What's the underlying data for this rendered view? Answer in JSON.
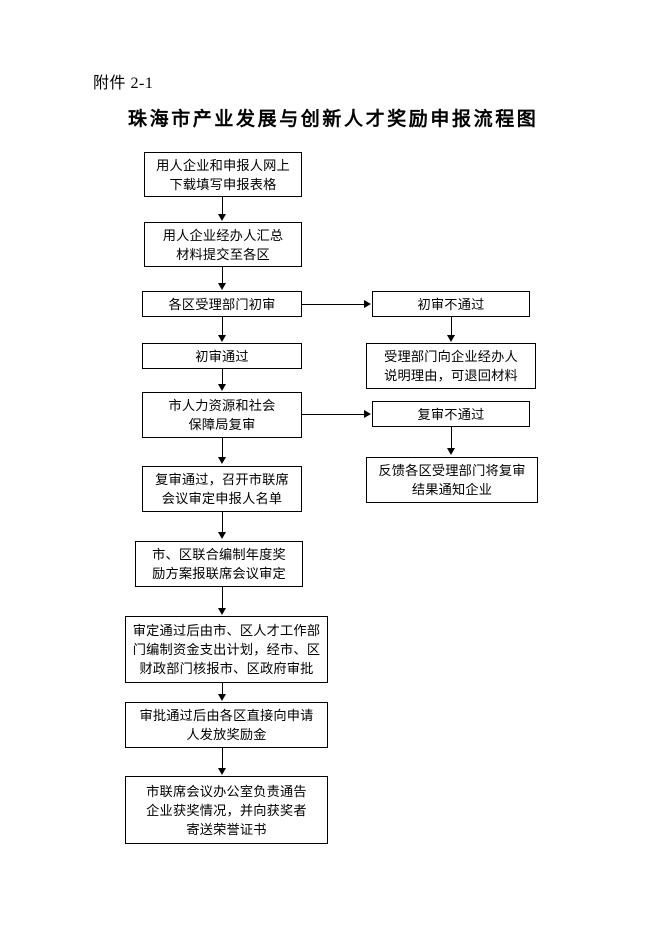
{
  "document": {
    "attachment_label": "附件 2-1",
    "title": "珠海市产业发展与创新人才奖励申报流程图"
  },
  "flowchart": {
    "type": "flowchart",
    "orientation": "top-to-bottom with right-side rejection branches",
    "main_column": [
      {
        "id": "n1",
        "text": "用人企业和申报人网上\n下载填写申报表格"
      },
      {
        "id": "n2",
        "text": "用人企业经办人汇总\n材料提交至各区"
      },
      {
        "id": "n3",
        "text": "各区受理部门初审"
      },
      {
        "id": "n4",
        "text": "初审通过"
      },
      {
        "id": "n5",
        "text": "市人力资源和社会\n保障局复审"
      },
      {
        "id": "n6",
        "text": "复审通过，召开市联席\n会议审定申报人名单"
      },
      {
        "id": "n7",
        "text": "市、区联合编制年度奖\n励方案报联席会议审定"
      },
      {
        "id": "n8",
        "text": "审定通过后由市、区人才工作部\n门编制资金支出计划，经市、区\n财政部门核报市、区政府审批"
      },
      {
        "id": "n9",
        "text": "审批通过后由各区直接向申请\n人发放奖励金"
      },
      {
        "id": "n10",
        "text": "市联席会议办公室负责通告\n企业获奖情况，并向获奖者\n寄送荣誉证书"
      }
    ],
    "branch_column": [
      {
        "id": "b1",
        "text": "初审不通过"
      },
      {
        "id": "b2",
        "text": "受理部门向企业经办人\n说明理由，可退回材料"
      },
      {
        "id": "b3",
        "text": "复审不通过"
      },
      {
        "id": "b4",
        "text": "反馈各区受理部门将复审\n结果通知企业"
      }
    ],
    "edges": [
      {
        "from": "n1",
        "to": "n2",
        "direction": "down"
      },
      {
        "from": "n2",
        "to": "n3",
        "direction": "down"
      },
      {
        "from": "n3",
        "to": "n4",
        "direction": "down"
      },
      {
        "from": "n3",
        "to": "b1",
        "direction": "right"
      },
      {
        "from": "b1",
        "to": "b2",
        "direction": "down"
      },
      {
        "from": "n4",
        "to": "n5",
        "direction": "down"
      },
      {
        "from": "n5",
        "to": "n6",
        "direction": "down"
      },
      {
        "from": "n5",
        "to": "b3",
        "direction": "right"
      },
      {
        "from": "b3",
        "to": "b4",
        "direction": "down"
      },
      {
        "from": "n6",
        "to": "n7",
        "direction": "down"
      },
      {
        "from": "n7",
        "to": "n8",
        "direction": "down"
      },
      {
        "from": "n8",
        "to": "n9",
        "direction": "down"
      },
      {
        "from": "n9",
        "to": "n10",
        "direction": "down"
      }
    ],
    "colors": {
      "border": "#000000",
      "background": "#ffffff",
      "text": "#000000"
    }
  }
}
